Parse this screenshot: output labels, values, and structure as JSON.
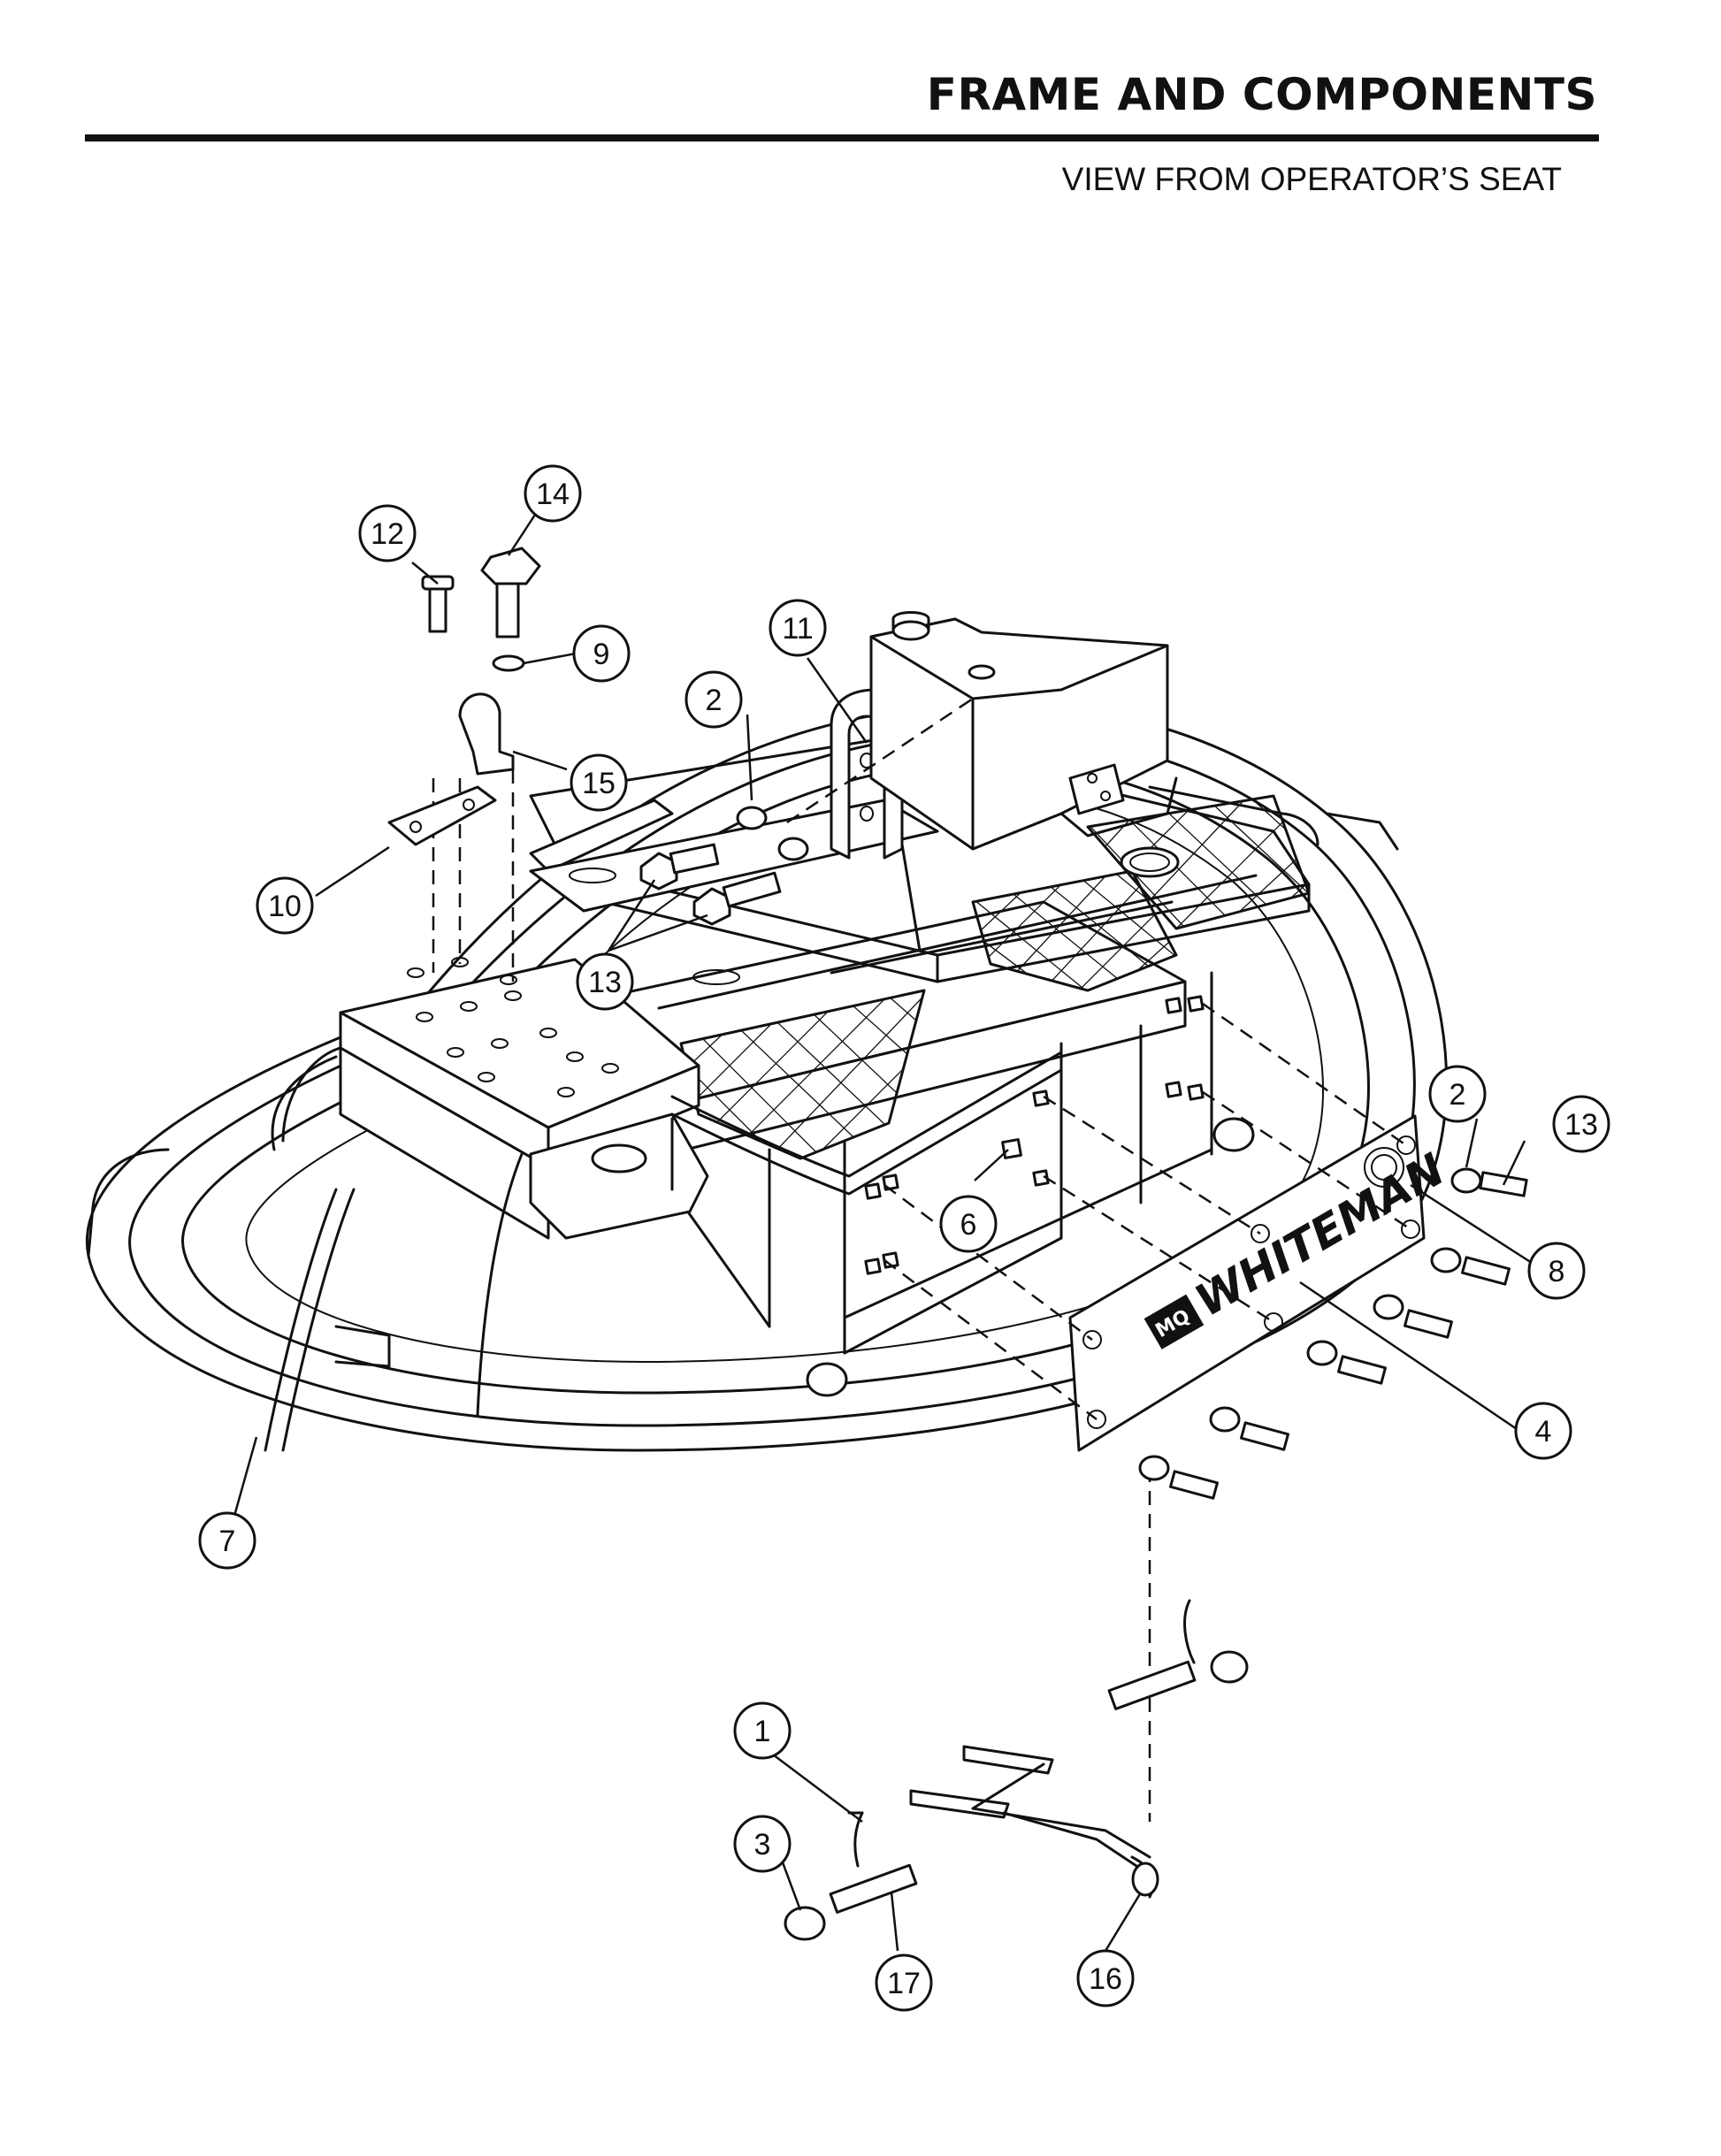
{
  "header": {
    "title": "FRAME AND COMPONENTS",
    "view_caption": "VIEW FROM OPERATOR’S SEAT"
  },
  "nameplate": {
    "brand": "WHITEMAN",
    "logo": "MQ"
  },
  "callouts": {
    "c1": "1",
    "c2a": "2",
    "c2b": "2",
    "c3": "3",
    "c4": "4",
    "c6": "6",
    "c7": "7",
    "c8": "8",
    "c9": "9",
    "c10": "10",
    "c11": "11",
    "c12": "12",
    "c13a": "13",
    "c13b": "13",
    "c14": "14",
    "c15": "15",
    "c16": "16",
    "c17": "17"
  },
  "colors": {
    "line": "#111111",
    "background": "#ffffff"
  }
}
